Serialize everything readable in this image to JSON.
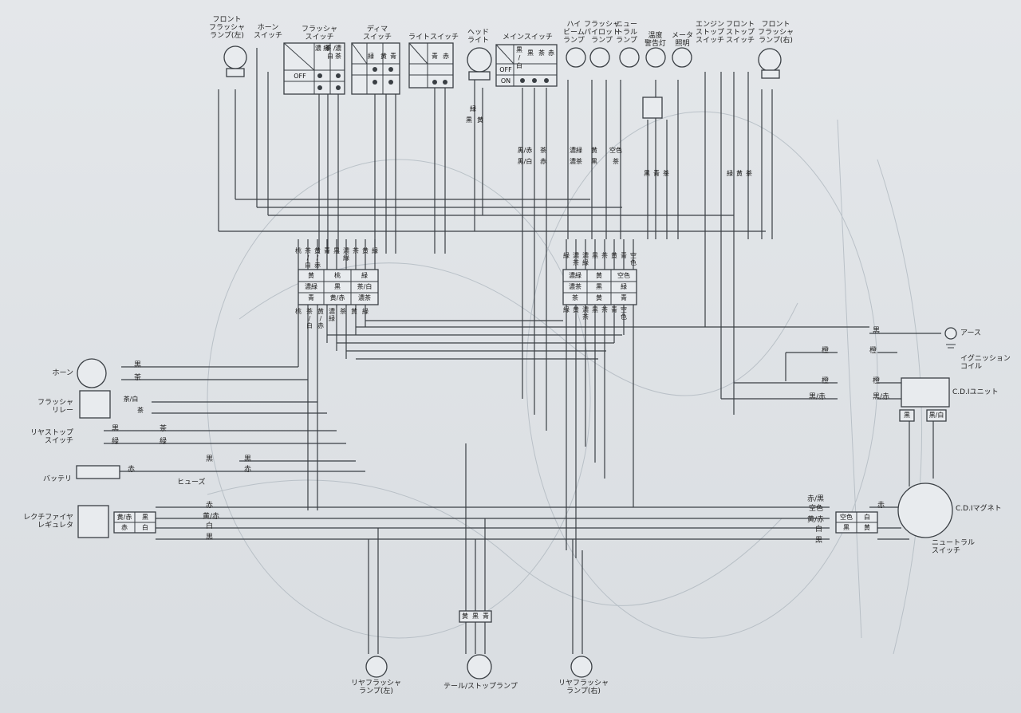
{
  "top_components": {
    "front_flasher_left": "フロント\nフラッシャ\nランプ(左)",
    "horn_switch": "ホーン\nスイッチ",
    "flasher_switch": "フラッシャ\nスイッチ",
    "dimmer_switch": "ディマ\nスイッチ",
    "light_switch": "ライトスイッチ",
    "headlight": "ヘッド\nライト",
    "main_switch": "メインスイッチ",
    "high_beam": "ハイ\nビーム\nランプ",
    "flasher_pilot": "フラッシャ\nパイロット\nランプ",
    "neutral_lamp": "ニュー\nトラル\nランプ",
    "temp_warning": "温度\n警告灯",
    "meter_light": "メータ\n照明",
    "engine_stop": "エンジン\nストップ\nスイッチ",
    "front_stop": "フロント\nストップ\nスイッチ",
    "front_flasher_right": "フロント\nフラッシャ\nランプ(右)"
  },
  "switch_tables": {
    "flasher": {
      "c1": "濃\n緑",
      "c2": "茶\n/\n白",
      "c3": "濃\n茶",
      "off": "OFF"
    },
    "dimmer": {
      "c1": "緑",
      "c2": "黄",
      "c3": "青"
    },
    "light": {
      "c1": "青",
      "c2": "赤"
    },
    "main": {
      "c1": "黒\n/\n白",
      "c2": "黒",
      "c3": "茶",
      "c4": "赤",
      "off": "OFF",
      "on": "ON"
    }
  },
  "left_components": {
    "horn": "ホーン",
    "flasher_relay": "フラッシャ\nリレー",
    "rear_stop_switch": "リヤストップ\nスイッチ",
    "battery": "バッテリ",
    "fuse": "ヒューズ",
    "rectifier": "レクチファイヤ\nレギュレタ"
  },
  "right_components": {
    "earth": "アース",
    "ignition_coil": "イグニッション\nコイル",
    "cdi_unit": "C.D.Iユニット",
    "cdi_magneto": "C.D.Iマグネト",
    "neutral_switch": "ニュートラル\nスイッチ"
  },
  "bottom_components": {
    "rear_flasher_left": "リヤフラッシャ\nランプ(左)",
    "tail_stop": "テール/ストップランプ",
    "rear_flasher_right": "リヤフラッシャ\nランプ(右)"
  },
  "connector_left": {
    "top_wires": [
      "桃",
      "茶\n/\n白",
      "黄\n/\n赤",
      "青",
      "黒",
      "濃\n緑",
      "茶",
      "黄",
      "緑"
    ],
    "rows": [
      [
        "黄",
        "桃",
        "緑"
      ],
      [
        "濃緑",
        "黒",
        "茶/白"
      ],
      [
        "青",
        "黄/赤",
        "濃茶"
      ]
    ],
    "bottom_wires": [
      "桃",
      "茶\n/\n白",
      "黄\n/\n赤",
      "濃\n緑",
      "茶",
      "黄",
      "緑"
    ]
  },
  "connector_right": {
    "top_wires": [
      "緑",
      "濃\n茶",
      "濃\n緑",
      "黒",
      "茶",
      "黄",
      "青",
      "空\n色"
    ],
    "rows": [
      [
        "濃緑",
        "黄",
        "空色"
      ],
      [
        "濃茶",
        "黒",
        "緑"
      ],
      [
        "茶",
        "黄",
        "青"
      ]
    ],
    "bottom_wires": [
      "緑",
      "黄",
      "濃\n茶",
      "黒",
      "茶",
      "青",
      "空\n色"
    ]
  },
  "wire_labels": {
    "black": "黒",
    "brown": "茶",
    "red": "赤",
    "orange": "橙",
    "black_red": "黒/赤",
    "red_black": "赤/黒",
    "sky": "空色",
    "white": "白",
    "yellow_red": "黄/赤",
    "brown_white": "茶/白",
    "dark_green": "濃緑",
    "dark_brown": "濃茶",
    "yellow": "黄",
    "blue": "青",
    "green": "緑",
    "pink": "桃"
  },
  "small_connectors": {
    "relay": [
      "茶/白",
      "茶"
    ],
    "rect": [
      [
        "黄/赤",
        "黒"
      ],
      [
        "赤",
        "白"
      ]
    ],
    "cdi_out": [
      [
        "黒",
        "黒/白"
      ]
    ],
    "mag": [
      [
        "空色",
        "白"
      ],
      [
        "黒",
        "黄"
      ]
    ],
    "mid1": [
      [
        "黒/赤",
        "茶"
      ],
      [
        "黒/白",
        "赤"
      ]
    ],
    "mid2": [
      [
        "濃緑",
        "黄",
        "空色"
      ],
      [
        "濃茶",
        "黒",
        "茶"
      ]
    ],
    "mid3": [
      "黒",
      "青",
      "茶"
    ],
    "mid4": [
      "緑",
      "黄",
      "茶"
    ],
    "head": [
      "緑",
      "黒",
      "黄"
    ],
    "tail": [
      "黄",
      "黒",
      "青"
    ]
  },
  "colors": {
    "line": "#3a3f44",
    "paper": "#dfe3e6",
    "ghost": "#b5bdc4"
  }
}
